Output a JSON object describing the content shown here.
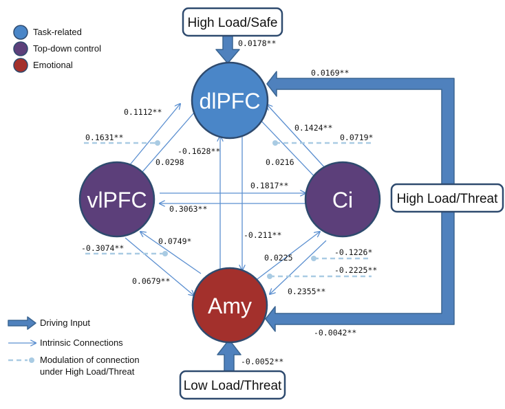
{
  "legend": {
    "task_related": {
      "label": "Task-related",
      "color": "#4a86c8"
    },
    "top_down_control": {
      "label": "Top-down control",
      "color": "#5c3f7a"
    },
    "emotional": {
      "label": "Emotional",
      "color": "#a3302c"
    },
    "driving_input": "Driving Input",
    "intrinsic": "Intrinsic Connections",
    "modulation_line1": "Modulation of connection",
    "modulation_line2": "under High Load/Threat"
  },
  "nodes": {
    "dlpfc": {
      "label": "dlPFC",
      "color": "#4a86c8"
    },
    "vlpfc": {
      "label": "vlPFC",
      "color": "#5c3f7a"
    },
    "ci": {
      "label": "Ci",
      "color": "#5c3f7a"
    },
    "amy": {
      "label": "Amy",
      "color": "#a3302c"
    }
  },
  "inputs": {
    "high_load_safe": "High Load/Safe",
    "high_load_threat": "High Load/Threat",
    "low_load_threat": "Low Load/Threat"
  },
  "values": {
    "safe_to_dlpfc": "0.0178**",
    "threat_to_dlpfc": "0.0169**",
    "threat_to_amy": "-0.0042**",
    "low_to_amy": "-0.0052**",
    "vlpfc_to_dlpfc": "0.1112**",
    "vlpfc_dlpfc_mod": "0.1631**",
    "dlpfc_to_vlpfc": "0.0298",
    "ci_to_dlpfc": "0.1424**",
    "ci_dlpfc_mod": "0.0719*",
    "dlpfc_to_ci": "0.0216",
    "amy_to_dlpfc": "-0.1628**",
    "dlpfc_to_amy": "-0.211**",
    "vlpfc_to_ci": "0.1817**",
    "ci_to_vlpfc": "0.3063**",
    "vlpfc_amy_mod": "-0.3074**",
    "amy_to_vlpfc": "0.0749*",
    "vlpfc_to_amy": "0.0679**",
    "amy_to_ci": "0.0225",
    "amy_ci_mod1": "-0.1226*",
    "amy_ci_mod2": "-0.2225**",
    "ci_to_amy": "0.2355**"
  }
}
